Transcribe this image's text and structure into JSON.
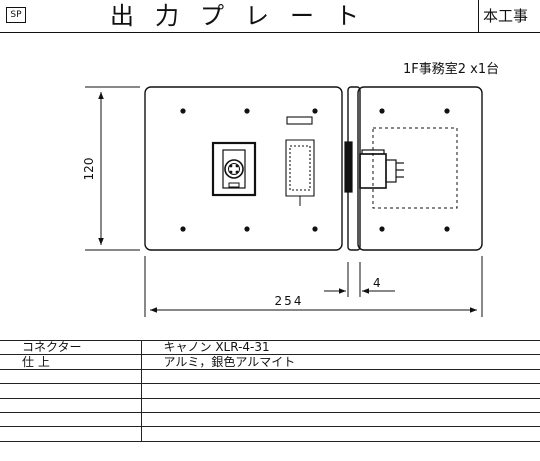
{
  "header": {
    "badge": "SP",
    "title": "出力プレート",
    "right_label": "本工事"
  },
  "note": {
    "quantity": "1F事務室2 x1台"
  },
  "dimensions": {
    "height": "120",
    "width": "254",
    "thickness": "4"
  },
  "spec_table": {
    "rows": [
      {
        "label": "コネクター",
        "value": "キャノン XLR-4-31"
      },
      {
        "label": "仕 上",
        "value": "アルミ，銀色アルマイト"
      },
      {
        "label": "",
        "value": ""
      },
      {
        "label": "",
        "value": ""
      },
      {
        "label": "",
        "value": ""
      },
      {
        "label": "",
        "value": ""
      },
      {
        "label": "",
        "value": ""
      }
    ]
  }
}
